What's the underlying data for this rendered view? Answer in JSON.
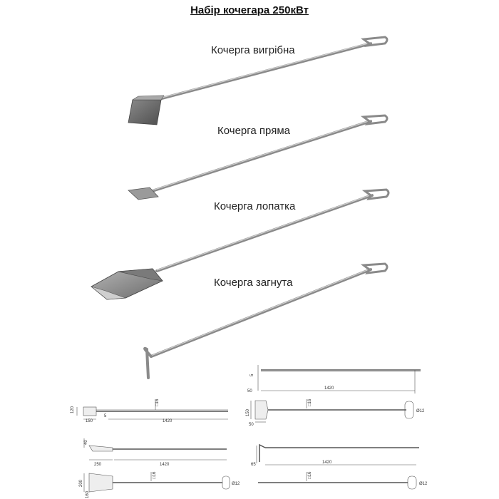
{
  "title": "Набір кочегара 250кВт",
  "tools": [
    {
      "name": "Кочерга вигрібна"
    },
    {
      "name": "Кочерга пряма"
    },
    {
      "name": "Кочерга лопатка"
    },
    {
      "name": "Кочерга загнута"
    }
  ],
  "drawings": {
    "vygribna": {
      "d1": "120",
      "d2": "150",
      "d3": "5",
      "d4": "1420",
      "d5": "□16"
    },
    "pryama": {
      "d1": "5",
      "d2": "50",
      "d3": "1420"
    },
    "lopatka_side": {
      "d1": "40",
      "d2": "250",
      "d3": "1420"
    },
    "lopatka_top": {
      "d1": "200",
      "d2": "160",
      "d3": "□16",
      "d4": "Ø12"
    },
    "zagnuta_top": {
      "d1": "150",
      "d2": "50",
      "d3": "□16",
      "d4": "Ø12"
    },
    "zagnuta_side": {
      "d1": "65",
      "d2": "1420"
    },
    "zagnuta_bottom": {
      "d1": "□16",
      "d2": "Ø12"
    }
  },
  "colors": {
    "metal": "#9a9a9a",
    "metal_dark": "#6e6e6e",
    "line": "#555555"
  }
}
